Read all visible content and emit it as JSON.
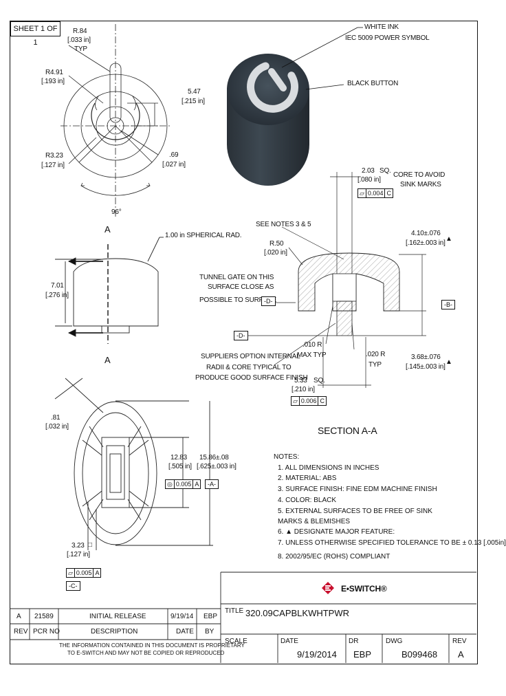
{
  "sheet": "SHEET 1 OF 1",
  "top_view": {
    "r84": "R.84",
    "r84_in": "[.033 in]",
    "r84_typ": "TYP",
    "r491": "R4.91",
    "r491_in": "[.193 in]",
    "r323": "R3.23",
    "r323_in": "[.127 in]",
    "d547": "5.47",
    "d547_in": "[.215 in]",
    "d69": ".69",
    "d69_in": "[.027 in]",
    "angle": "96°"
  },
  "iso_view": {
    "white_ink": "WHITE INK",
    "symbol": "IEC 5009 POWER SYMBOL",
    "black_button": "BLACK BUTTON",
    "colors": {
      "button_dark": "#2f3942",
      "button_mid": "#46525c",
      "symbol": "#d9dcdf"
    }
  },
  "side_view": {
    "section_a_top": "A",
    "section_a_bottom": "A",
    "spherical": "1.00 in SPHERICAL RAD.",
    "d701": "7.01",
    "d701_in": "[.276 in]"
  },
  "section_view": {
    "d203": "2.03",
    "sq": "SQ.",
    "d203_in": "[.080 in]",
    "core_note_1": "CORE TO AVOID",
    "core_note_2": "SINK MARKS",
    "gdt_top": [
      "⏥",
      "0.004",
      "C"
    ],
    "see_notes": "SEE NOTES 3 & 5",
    "r50": "R.50",
    "r50_in": "[.020 in]",
    "d410": "4.10±.076",
    "d410_in": "[.162±.003 in]",
    "tunnel_1": "TUNNEL GATE ON THIS",
    "tunnel_2": "SURFACE CLOSE AS",
    "tunnel_3": "POSSIBLE TO SURFACE",
    "datum_d": "-D-",
    "datum_b": "-B-",
    "datum_d2": "-D-",
    "r010": ".010 R",
    "max_typ": "MAX TYP",
    "r020": ".020 R",
    "typ": "TYP",
    "d368": "3.68±.076",
    "d368_in": "[.145±.003 in]",
    "supplier_1": "SUPPLIERS OPTION INTERNAL",
    "supplier_2": "RADII & CORE TYPICAL TO",
    "supplier_3": "PRODUCE GOOD SURFACE FINISH",
    "d533": "5.33",
    "sq2": "SQ.",
    "d533_in": "[.210 in]",
    "gdt_bottom": [
      "⏥",
      "0.006",
      "C"
    ],
    "title": "SECTION  A-A"
  },
  "bottom_view": {
    "d81": ".81",
    "d81_in": "[.032 in]",
    "d1283": "12.83",
    "d1283_in": "[.505 in]",
    "d1586": "15.86±.08",
    "d1586_in": "[.625±.003 in]",
    "gdt_c": [
      "◎",
      "0.005",
      "A"
    ],
    "datum_a": "-A-",
    "d323": "3.23",
    "sq_sym": "□",
    "d323_in": "[.127 in]",
    "gdt_bottom": [
      "⏥",
      "0.005",
      "A"
    ],
    "datum_c": "-C-"
  },
  "notes": {
    "header": "NOTES:",
    "items": [
      "1. ALL DIMENSIONS IN INCHES",
      "2. MATERIAL: ABS",
      "3. SURFACE FINISH: FINE EDM MACHINE FINISH",
      "4. COLOR: BLACK",
      "5. EXTERNAL SURFACES TO BE FREE OF SINK",
      "    MARKS & BLEMISHES",
      "6. ▲ DESIGNATE MAJOR FEATURE:",
      "7. UNLESS OTHERWISE SPECIFIED TOLERANCE TO BE ± 0.13 [.005in]",
      "8. 2002/95/EC (ROHS) COMPLIANT"
    ]
  },
  "revision_table": {
    "row": {
      "rev": "A",
      "pcr": "21589",
      "desc": "INITIAL RELEASE",
      "date": "9/19/14",
      "by": "EBP"
    },
    "headers": {
      "rev": "REV",
      "pcr": "PCR NO",
      "desc": "DESCRIPTION",
      "date": "DATE",
      "by": "BY"
    },
    "disclaimer_1": "THE INFORMATION CONTAINED IN THIS DOCUMENT IS PROPRIETARY",
    "disclaimer_2": "TO E-SWITCH AND MAY NOT BE COPIED OR REPRODUCED"
  },
  "title_block": {
    "logo": "E•SWITCH®",
    "title_label": "TITLE",
    "title": "320.09CAPBLKWHTPWR",
    "scale_label": "SCALE",
    "scale": "",
    "date_label": "DATE",
    "date": "9/19/2014",
    "dr_label": "DR",
    "dr": "EBP",
    "dwg_label": "DWG",
    "dwg": "B099468",
    "rev_label": "REV",
    "rev": "A",
    "logo_color": "#c8102e"
  }
}
